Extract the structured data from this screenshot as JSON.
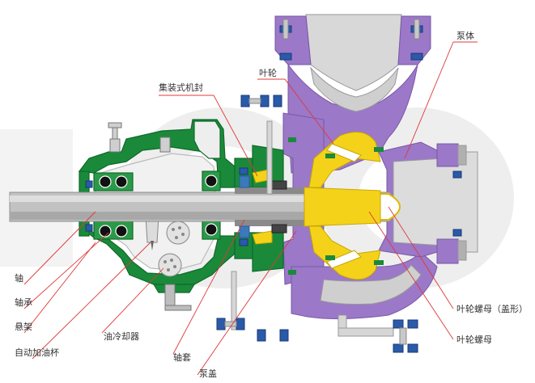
{
  "diagram": {
    "labels": {
      "pump_body": "泵体",
      "impeller": "叶轮",
      "cartridge_seal": "集装式机封",
      "shaft": "轴",
      "bearing": "轴承",
      "bearing_frame": "悬架",
      "auto_oiler": "自动加油杯",
      "oil_cooler": "油冷却器",
      "shaft_sleeve": "轴套",
      "pump_cover": "泵盖",
      "impeller_nut_cap": "叶轮螺母（盖形）",
      "impeller_nut": "叶轮螺母"
    },
    "colors": {
      "casing": "#9b78c8",
      "casing_edge": "#7a58a8",
      "frame": "#1a8a3a",
      "frame_edge": "#0f6a2a",
      "impeller": "#f5d21a",
      "impeller_edge": "#c8a800",
      "shaft": "#b8b8b8",
      "part_grey": "#d4d4d4",
      "part_dark": "#8a8a8a",
      "bolt": "#2a5aa8",
      "leader": "#e03838",
      "watermark": "#ececec"
    },
    "icons": [
      "bolt-icon",
      "bearing-ball-icon",
      "oil-cooler-icon"
    ]
  }
}
